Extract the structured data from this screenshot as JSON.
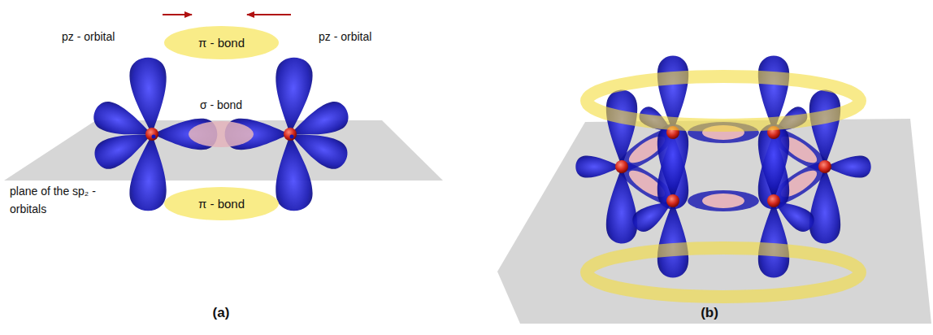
{
  "diagram": {
    "nodes": [
      {
        "text": [
          "π - bond"
        ]
      },
      {
        "text": [
          "π - bond"
        ]
      }
    ],
    "labels": [
      "pz - orbital",
      "pz - orbital",
      "σ - bond",
      "plane of the sp₂ - orbitals",
      "(a)",
      "(b)"
    ]
  }
}
